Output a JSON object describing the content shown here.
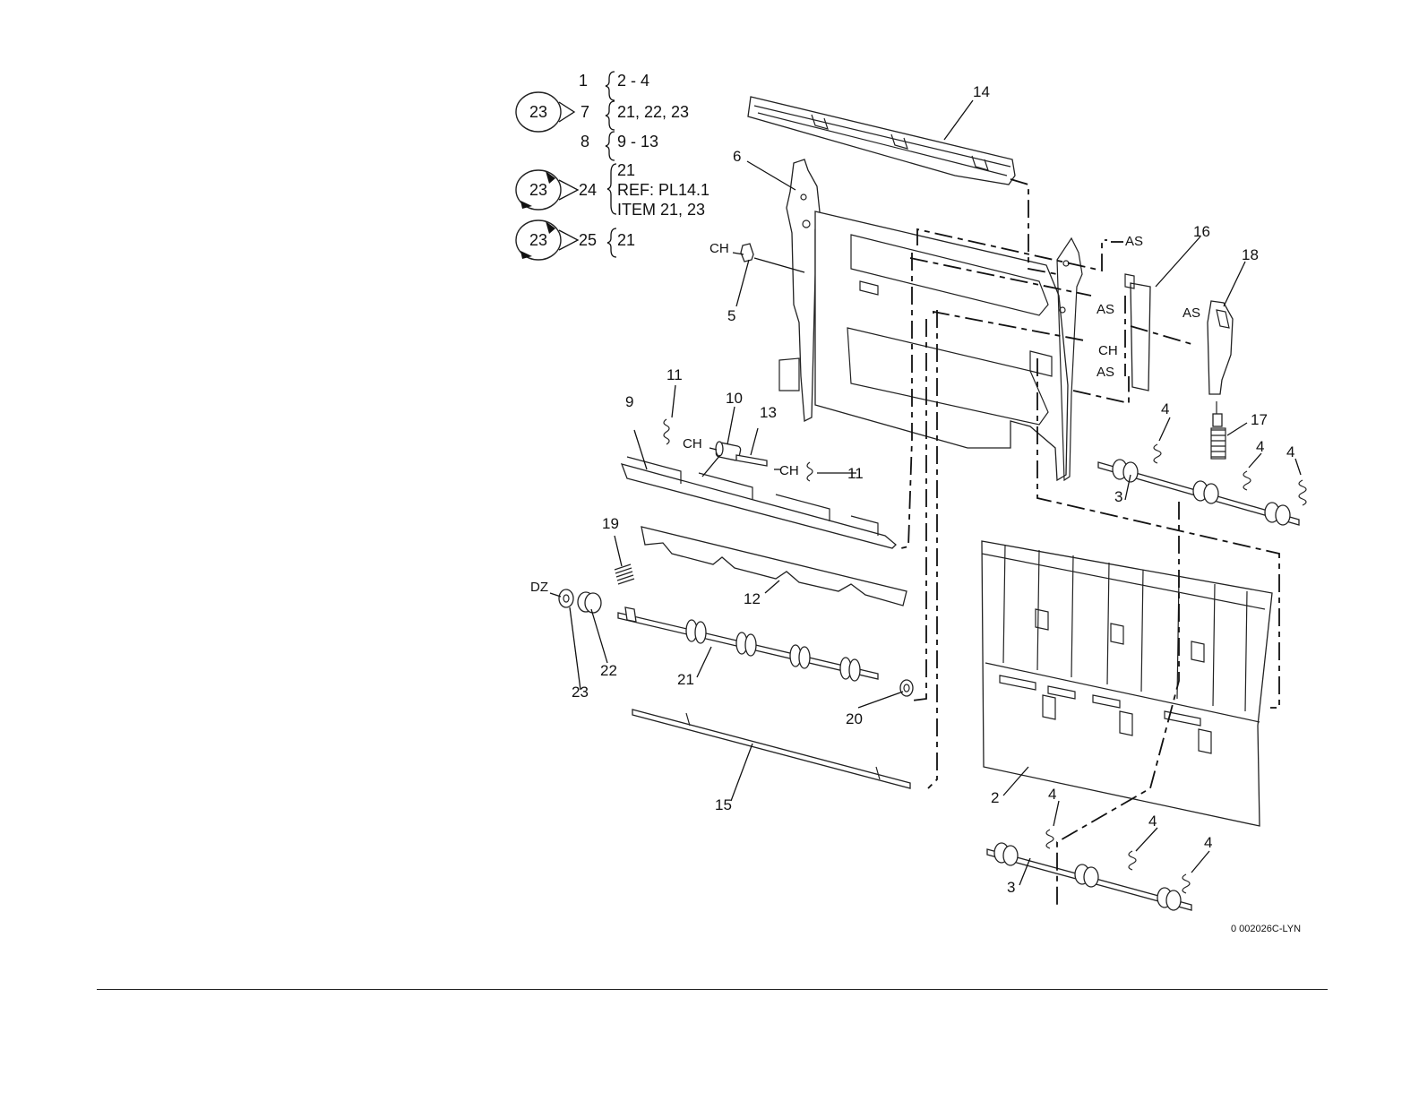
{
  "legend": {
    "rows": [
      {
        "item": "1",
        "brace": "2 - 4",
        "badge": ""
      },
      {
        "item": "7",
        "brace": "21, 22, 23",
        "badge": "23"
      },
      {
        "item": "8",
        "brace": "9 - 13",
        "badge": ""
      },
      {
        "item": "24",
        "brace_lines": [
          "21",
          "REF: PL14.1",
          "ITEM 21, 23"
        ],
        "badge": "23"
      },
      {
        "item": "25",
        "brace": "21",
        "badge": "23"
      }
    ]
  },
  "callouts": {
    "c14": "14",
    "c6": "6",
    "c5": "5",
    "c16": "16",
    "c18": "18",
    "c17": "17",
    "c11a": "11",
    "c11b": "11",
    "c10": "10",
    "c13": "13",
    "c9": "9",
    "c19": "19",
    "c12": "12",
    "c22": "22",
    "c23": "23",
    "c21": "21",
    "c20": "20",
    "c15": "15",
    "c2": "2",
    "c3a": "3",
    "c3b": "3",
    "c4a": "4",
    "c4b": "4",
    "c4c": "4",
    "c4d": "4",
    "c4e": "4"
  },
  "codes": {
    "ch1": "CH",
    "ch2": "CH",
    "ch3": "CH",
    "ch4": "CH",
    "as1": "AS",
    "as2": "AS",
    "as3": "AS",
    "as4": "AS",
    "dz": "DZ"
  },
  "figure_id": "0 002026C-LYN"
}
